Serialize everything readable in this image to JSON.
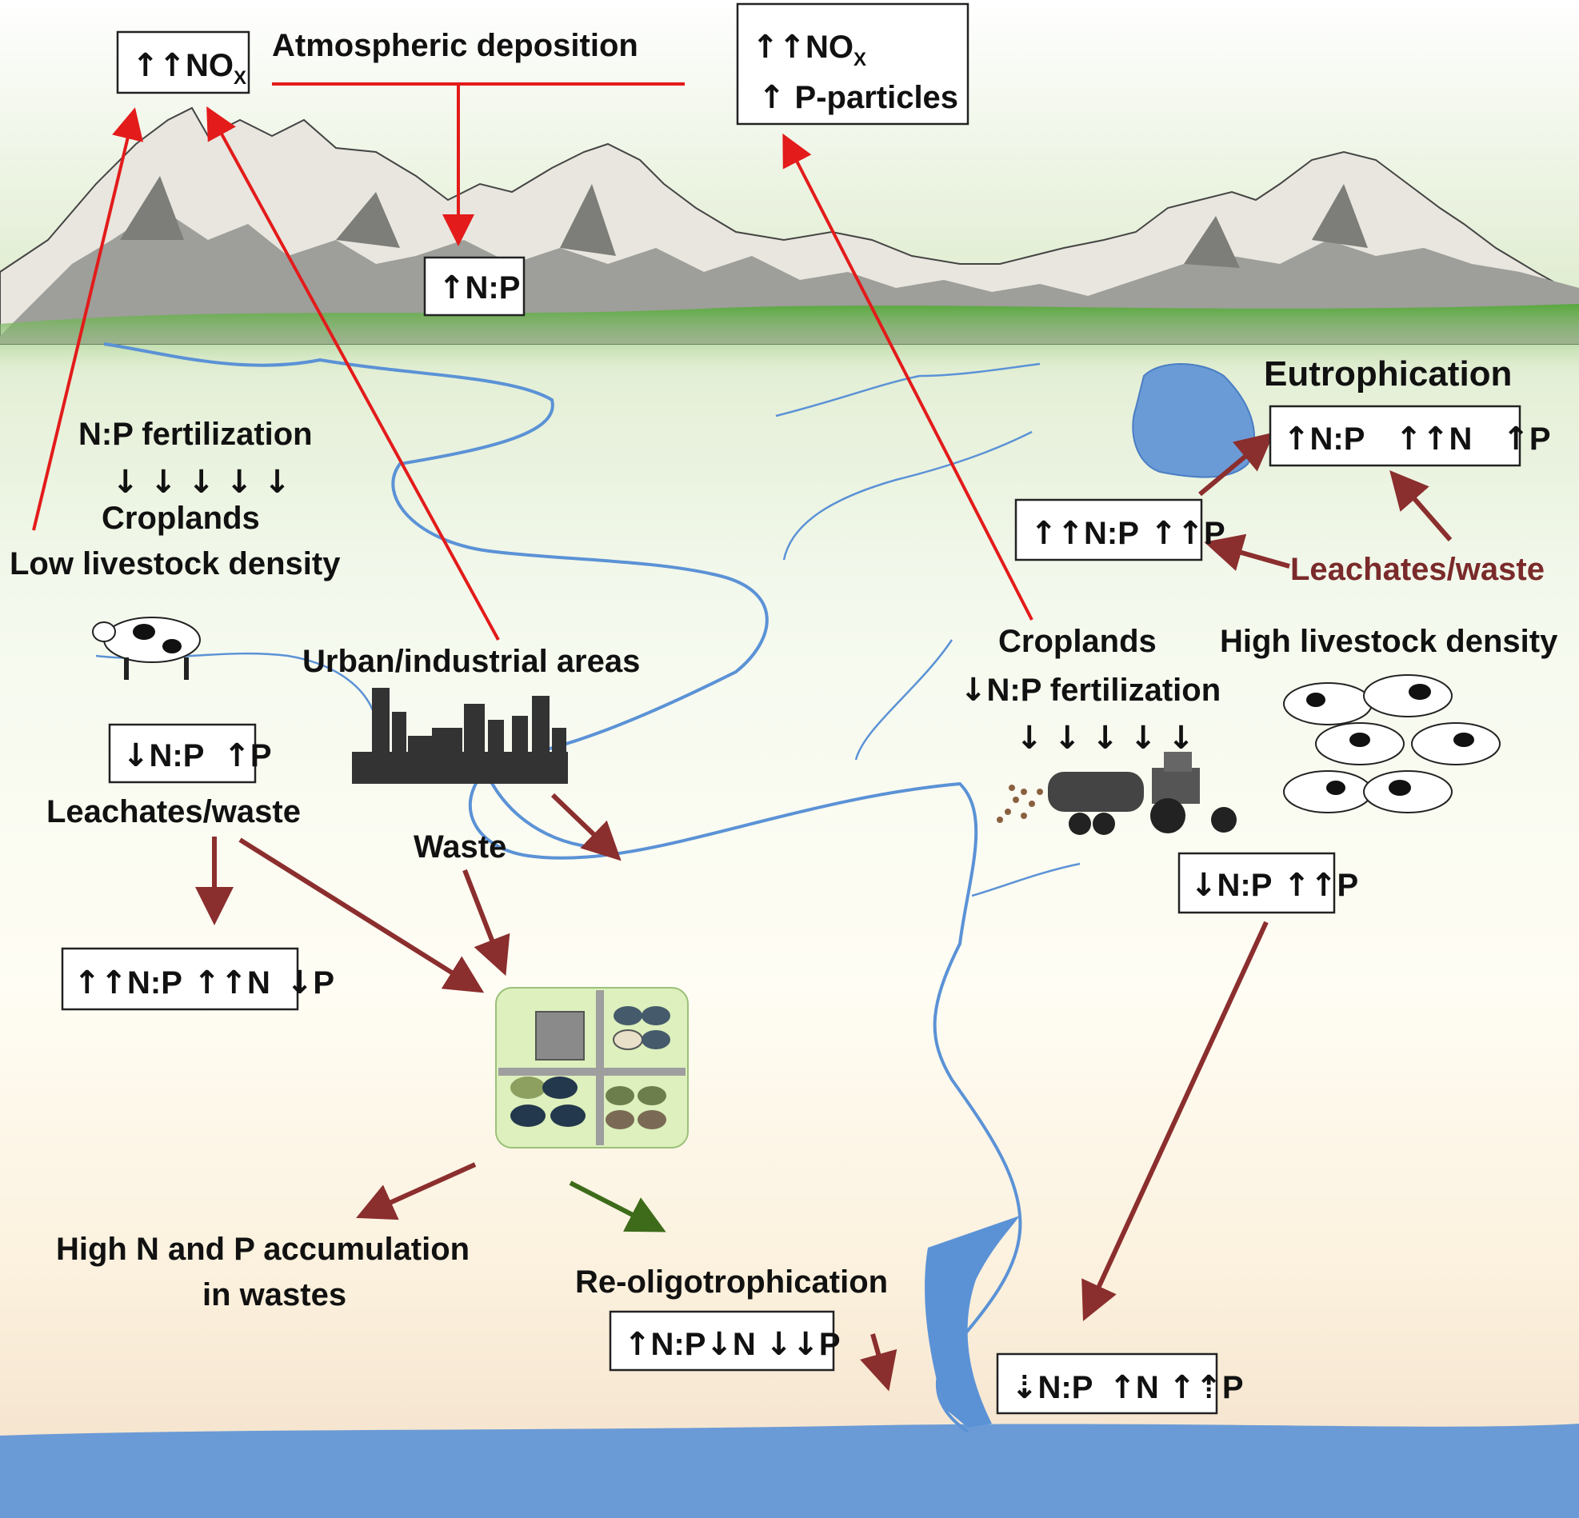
{
  "labels": {
    "atmospheric": "Atmospheric deposition",
    "np_fert_top": "N:P fertilization",
    "croplands_left": "Croplands",
    "low_livestock": "Low livestock density",
    "urban": "Urban/industrial areas",
    "waste": "Waste",
    "leachates_left": "Leachates/waste",
    "high_accum_1": "High N and P accumulation",
    "high_accum_2": "in wastes",
    "reoligo": "Re-oligotrophication",
    "eutro": "Eutrophication",
    "leachates_right": "Leachates/waste",
    "croplands_right": "Croplands",
    "np_fert_right": "N:P fertilization",
    "high_livestock": "High livestock density"
  },
  "boxes": {
    "nox_left": {
      "arrows": "↑↑",
      "text": "NO",
      "sub": "X"
    },
    "nox_right": {
      "arrows": "↑↑",
      "text": "NO",
      "sub": "X",
      "arrows2": "↑",
      "text2": "P-particles"
    },
    "np_mountain": {
      "a1": "↑",
      "t1": "N:P"
    },
    "eutro_box": {
      "a1": "↑",
      "t1": "N:P",
      "a2": "↑↑",
      "t2": "N",
      "a3": "↑",
      "t3": "P"
    },
    "lake_in": {
      "a1": "↑↑",
      "t1": "N:P",
      "a2": "↑↑",
      "t2": "P"
    },
    "left_mid": {
      "a1": "↓",
      "t1": "N:P",
      "a2": "↑",
      "t2": "P"
    },
    "left_low": {
      "a1": "↑↑",
      "t1": "N:P",
      "a2": "↑↑",
      "t2": "N",
      "a3": "↓",
      "t3": "P"
    },
    "right_mid": {
      "a1": "↓",
      "t1": "N:P",
      "a2": "↑↑",
      "t2": "P"
    },
    "reoligo_box": {
      "a1": "↑",
      "t1": "N:P",
      "a2": "↓",
      "t2": "N",
      "a3": "↓↓",
      "t3": "P"
    },
    "outlet": {
      "a1": "⇣",
      "t1": "N:P",
      "a2": "↑",
      "t2": "N",
      "a3": "↑⇡",
      "t3": "P"
    }
  },
  "down_arrows": "↓ ↓ ↓ ↓ ↓",
  "np_down": "↓",
  "colors": {
    "red_arrow": "#e31b1b",
    "brown_arrow": "#8b2e2e",
    "green_arrow": "#3d6b1a",
    "river": "#5b92d6",
    "sea": "#6b9bd6",
    "label_red": "#7a2a2a"
  }
}
